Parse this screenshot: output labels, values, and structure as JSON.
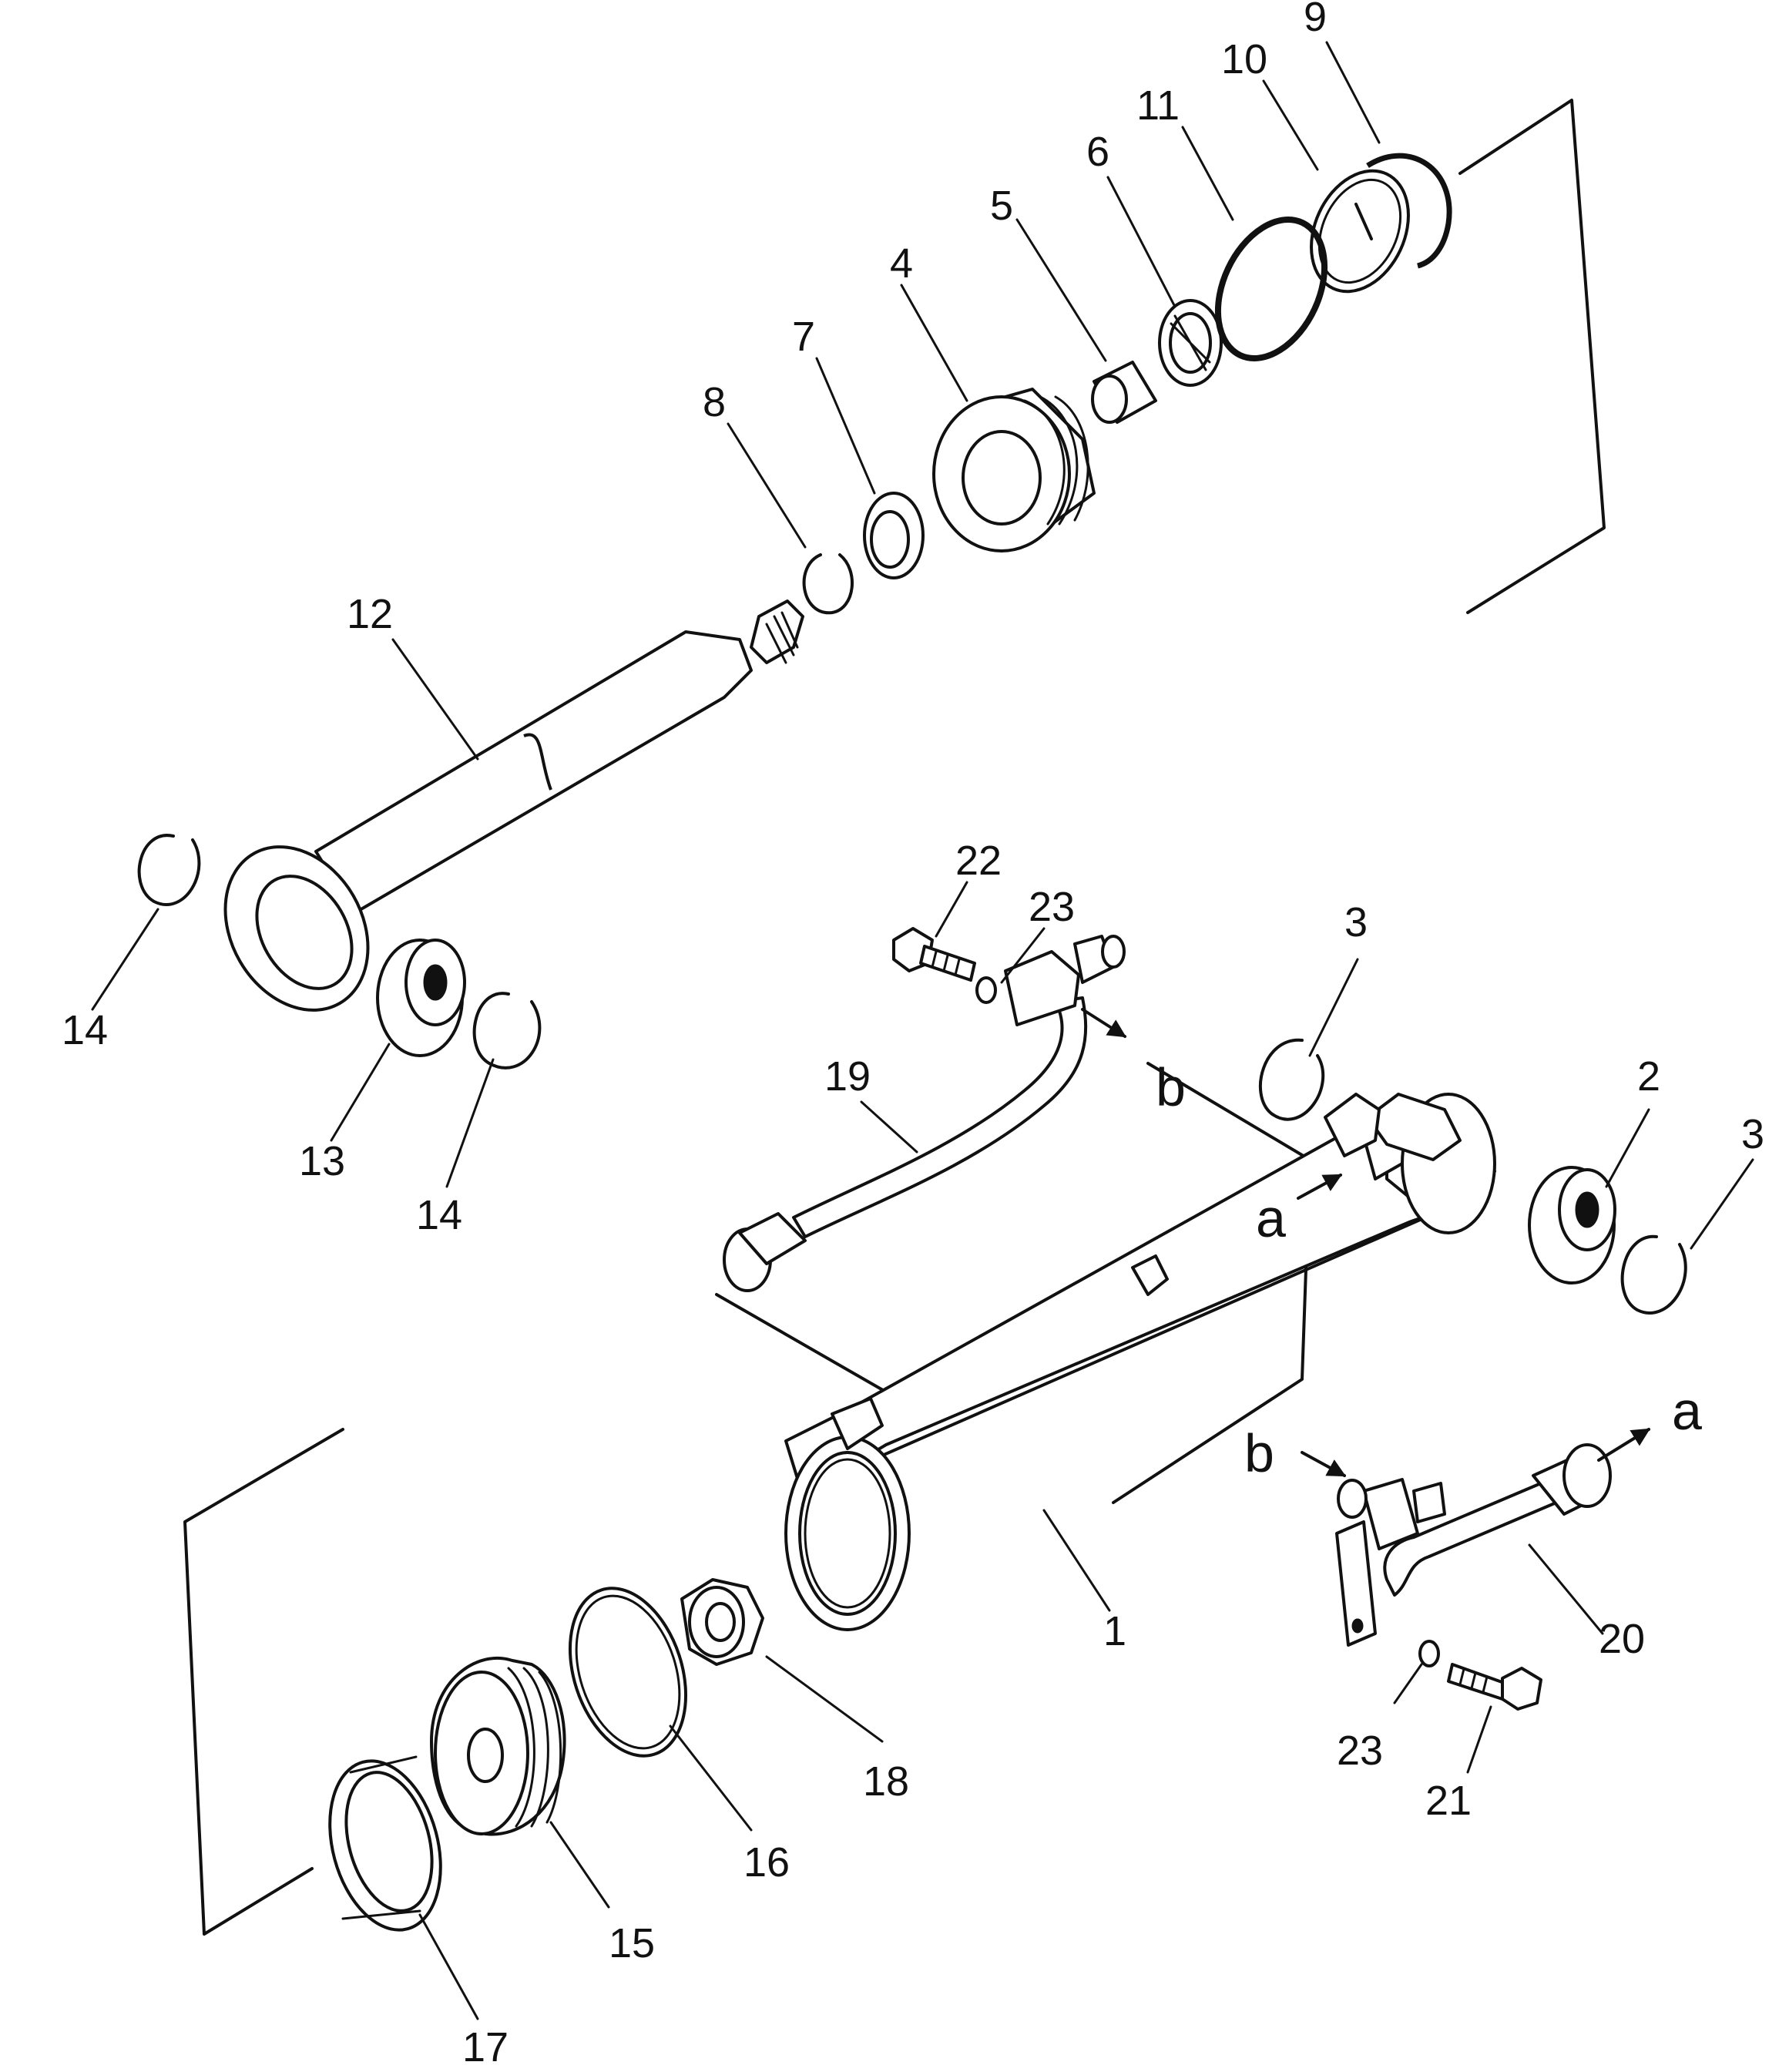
{
  "part_labels": {
    "p1": "1",
    "p2": "2",
    "p3a": "3",
    "p3b": "3",
    "p4": "4",
    "p5": "5",
    "p6": "6",
    "p7": "7",
    "p8": "8",
    "p9": "9",
    "p10": "10",
    "p11": "11",
    "p12": "12",
    "p13": "13",
    "p14a": "14",
    "p14b": "14",
    "p15": "15",
    "p16": "16",
    "p17": "17",
    "p18": "18",
    "p19": "19",
    "p20": "20",
    "p21": "21",
    "p22": "22",
    "p23a": "23",
    "p23b": "23"
  },
  "connection_markers": {
    "a_top": "a",
    "a_bottom": "a",
    "b_top": "b",
    "b_bottom": "b"
  }
}
